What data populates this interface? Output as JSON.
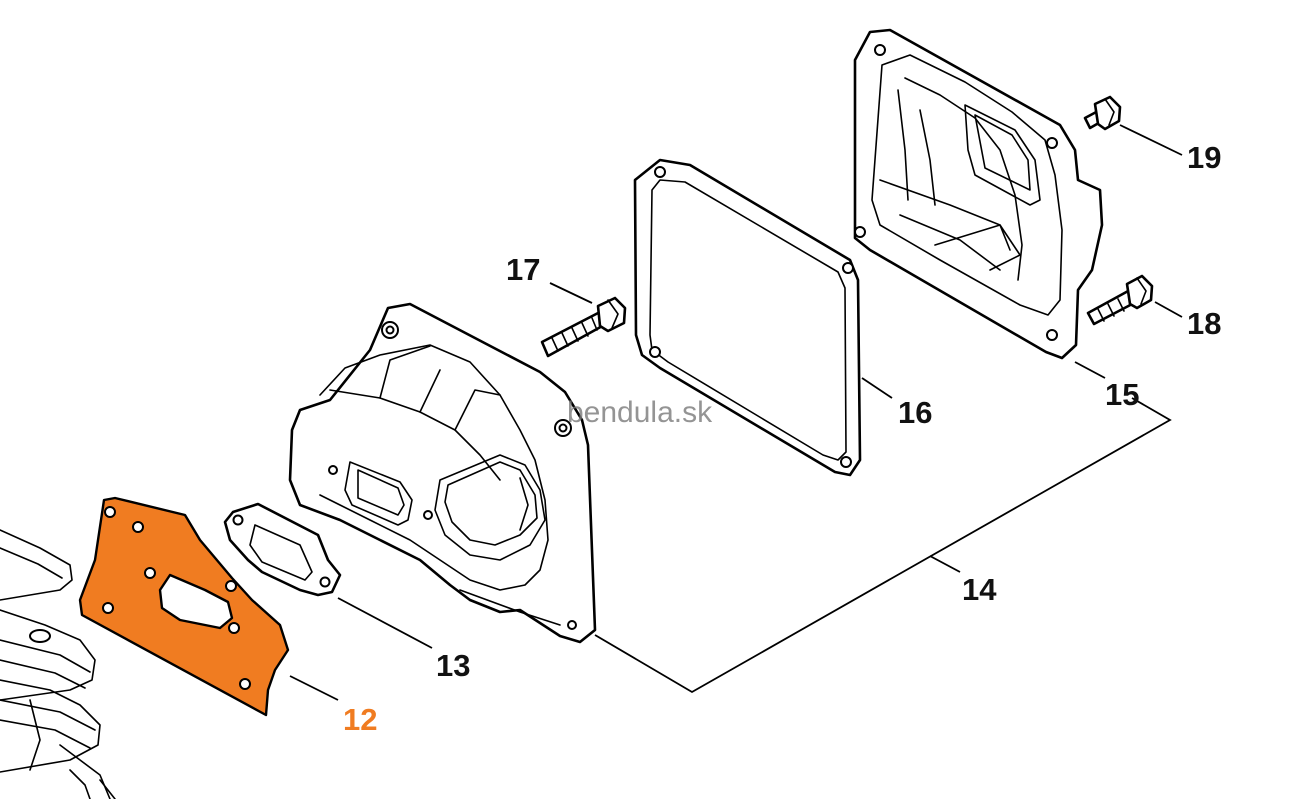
{
  "colors": {
    "highlight": "#f07c21",
    "line": "#000000",
    "background": "#ffffff"
  },
  "watermark": "bendula.sk",
  "callouts": {
    "c12": "12",
    "c13": "13",
    "c14": "14",
    "c15": "15",
    "c16": "16",
    "c17": "17",
    "c18": "18",
    "c19": "19"
  },
  "highlighted_part": "12"
}
